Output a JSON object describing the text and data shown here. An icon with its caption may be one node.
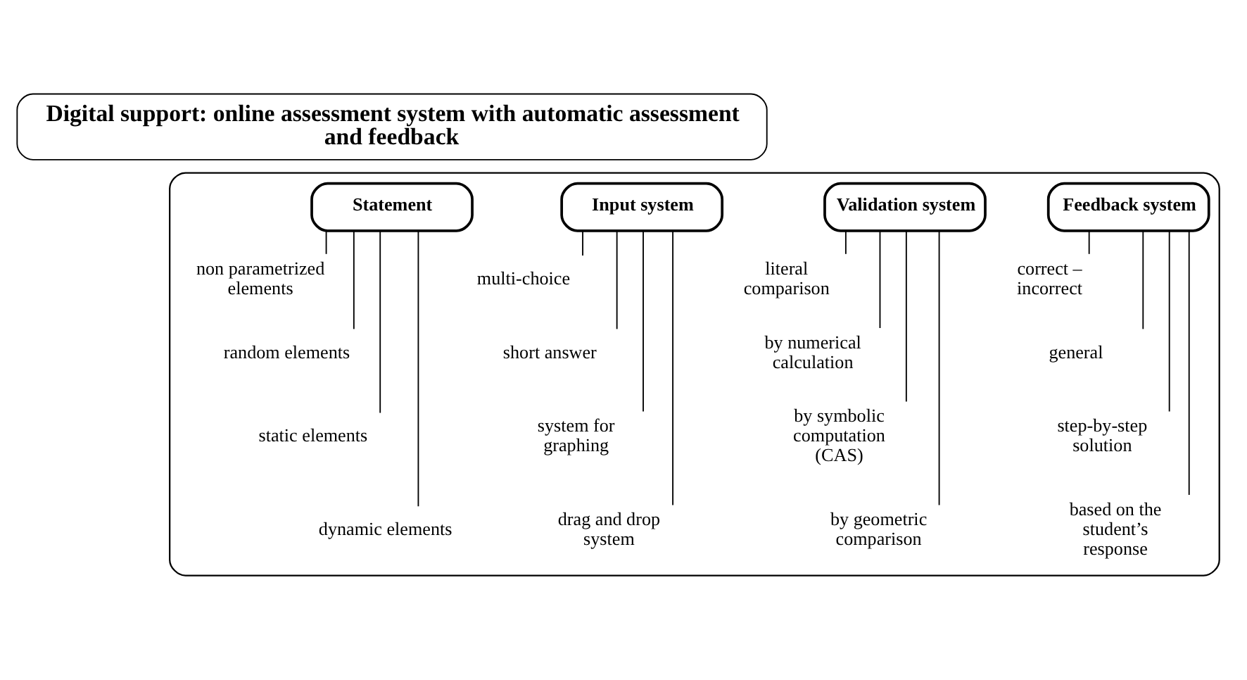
{
  "diagram": {
    "nodes": [
      {
        "text": [
          "Digital support: online assessment system with automatic assessment and feedback"
        ]
      },
      {
        "text": [],
        "shape": "box"
      },
      {
        "text": [
          "Statement"
        ],
        "in": 1
      },
      {
        "text": [
          "non parametrized elements"
        ],
        "in": 1
      },
      {
        "text": [
          "random elements"
        ],
        "in": 1
      },
      {
        "text": [
          "static elements"
        ],
        "in": 1
      },
      {
        "text": [
          "dynamic elements"
        ],
        "in": 1
      },
      {
        "text": [
          "Input system"
        ],
        "in": 1
      },
      {
        "text": [
          "multi-choice"
        ],
        "in": 1
      },
      {
        "text": [
          "short answer"
        ],
        "in": 1
      },
      {
        "text": [
          "system for graphing"
        ],
        "in": 1
      },
      {
        "text": [
          "drag and drop system"
        ],
        "in": 1
      },
      {
        "text": [
          "Validation system"
        ],
        "in": 1
      },
      {
        "text": [
          "literal comparison"
        ],
        "in": 1
      },
      {
        "text": [
          "by numerical calculation"
        ],
        "in": 1
      },
      {
        "text": [
          "by symbolic computation (CAS)"
        ],
        "in": 1
      },
      {
        "text": [
          "by geometric comparison"
        ],
        "in": 1
      },
      {
        "text": [
          "Feedback system"
        ],
        "in": 1
      },
      {
        "text": [
          "correct – incorrect"
        ],
        "in": 1
      },
      {
        "text": [
          "general"
        ],
        "in": 1
      },
      {
        "text": [
          "step-by-step solution"
        ],
        "in": 1
      },
      {
        "text": [
          "based on the student’s response"
        ],
        "in": 1
      }
    ],
    "edges": [
      {
        "from": 2,
        "to": 3,
        "arrow": "none"
      },
      {
        "from": 2,
        "to": 4,
        "arrow": "none"
      },
      {
        "from": 2,
        "to": 5,
        "arrow": "none"
      },
      {
        "from": 2,
        "to": 6,
        "arrow": "none"
      },
      {
        "from": 7,
        "to": 8,
        "arrow": "none"
      },
      {
        "from": 7,
        "to": 9,
        "arrow": "none"
      },
      {
        "from": 7,
        "to": 10,
        "arrow": "none"
      },
      {
        "from": 7,
        "to": 11,
        "arrow": "none"
      },
      {
        "from": 12,
        "to": 13,
        "arrow": "none"
      },
      {
        "from": 12,
        "to": 14,
        "arrow": "none"
      },
      {
        "from": 12,
        "to": 15,
        "arrow": "none"
      },
      {
        "from": 12,
        "to": 16,
        "arrow": "none"
      },
      {
        "from": 17,
        "to": 18,
        "arrow": "none"
      },
      {
        "from": 17,
        "to": 19,
        "arrow": "none"
      },
      {
        "from": 17,
        "to": 20,
        "arrow": "none"
      },
      {
        "from": 17,
        "to": 21,
        "arrow": "none"
      }
    ]
  }
}
